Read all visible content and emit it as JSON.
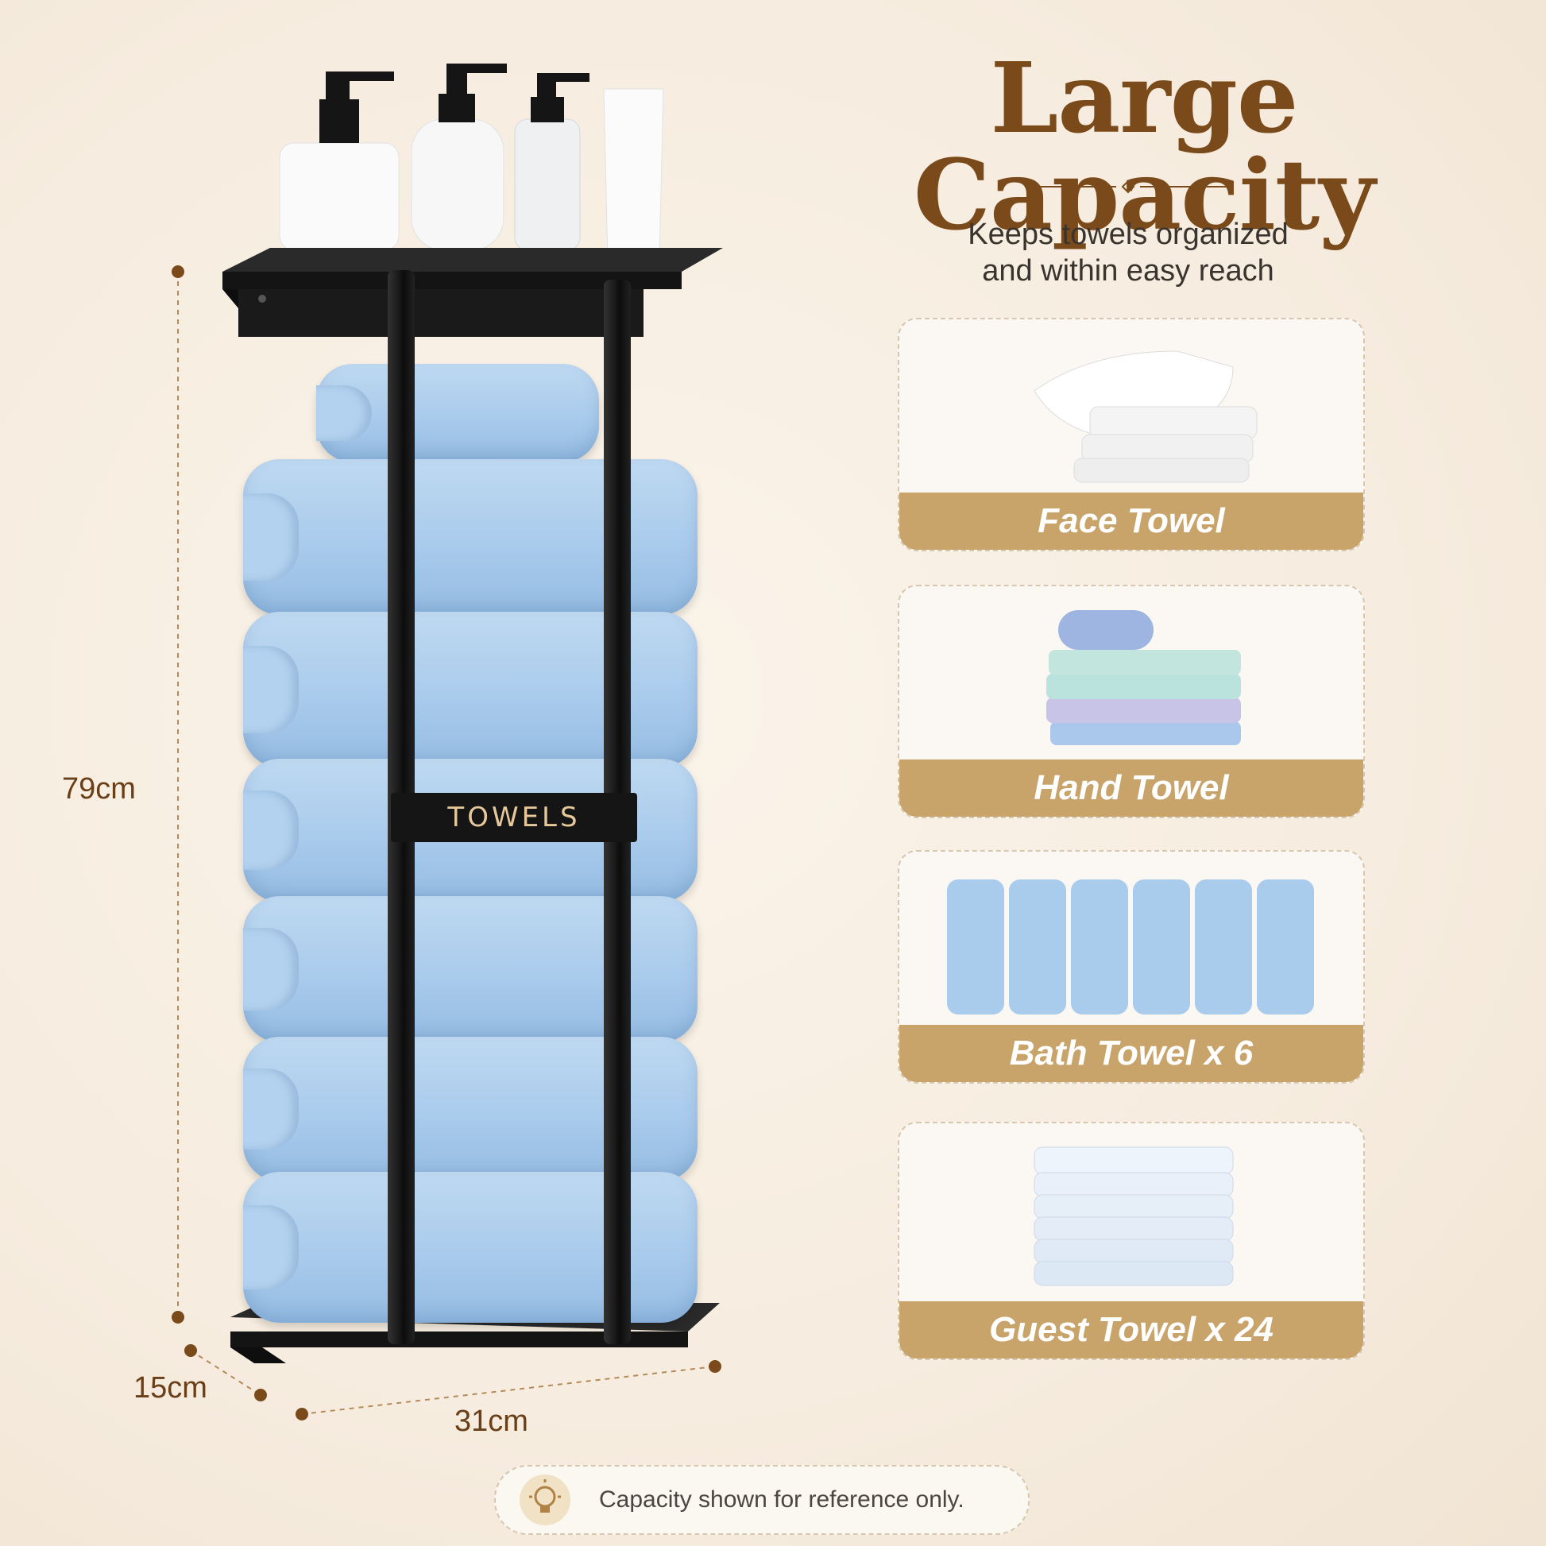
{
  "header": {
    "title": "Large Capacity",
    "subtitle_line1": "Keeps towels organized",
    "subtitle_line2": "and within easy reach"
  },
  "rack": {
    "tag": "TOWELS"
  },
  "dimensions": {
    "height": "79cm",
    "depth": "15cm",
    "width": "31cm"
  },
  "cards": [
    {
      "label": "Face Towel",
      "icon": "face-towel-image"
    },
    {
      "label": "Hand Towel",
      "icon": "hand-towel-image"
    },
    {
      "label": "Bath Towel x 6",
      "icon": "bath-towel-image"
    },
    {
      "label": "Guest Towel x 24",
      "icon": "guest-towel-image"
    }
  ],
  "note": {
    "text": "Capacity shown for reference only.",
    "icon": "lightbulb-icon"
  },
  "colors": {
    "title": "#7b4a1a",
    "band": "#c9a46a",
    "towel": "#a9cbec",
    "rack": "#1c1c1c"
  }
}
